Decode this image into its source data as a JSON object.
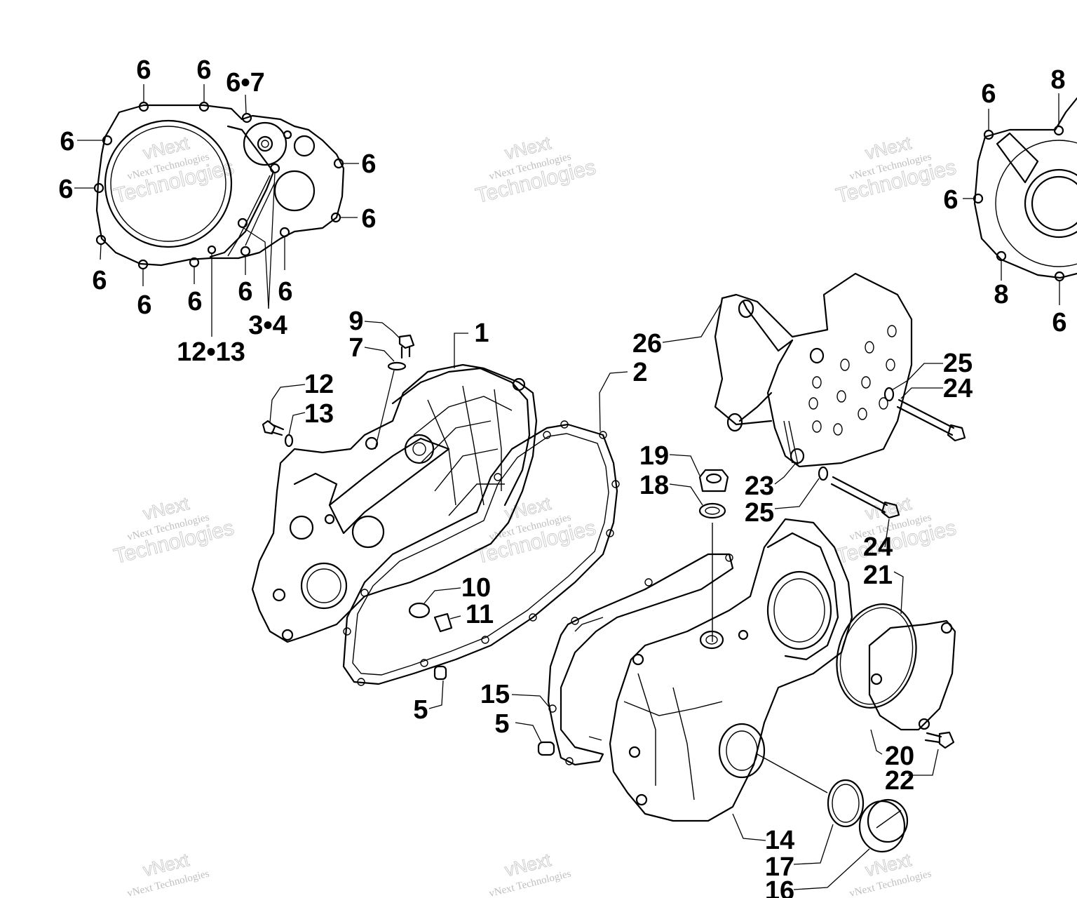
{
  "watermark": {
    "line1": "vNext Technologies",
    "line2": "Technologies",
    "line3": "vNext"
  },
  "callouts": [
    {
      "id": "c1",
      "text": "6"
    },
    {
      "id": "c2",
      "text": "6"
    },
    {
      "id": "c3",
      "text": "6•7"
    },
    {
      "id": "c4",
      "text": "6"
    },
    {
      "id": "c5",
      "text": "6"
    },
    {
      "id": "c6",
      "text": "6"
    },
    {
      "id": "c7",
      "text": "6"
    },
    {
      "id": "c8",
      "text": "6"
    },
    {
      "id": "c9",
      "text": "6"
    },
    {
      "id": "c10",
      "text": "6"
    },
    {
      "id": "c11",
      "text": "6"
    },
    {
      "id": "c12",
      "text": "6"
    },
    {
      "id": "c13",
      "text": "3•4"
    },
    {
      "id": "c14",
      "text": "12•13"
    },
    {
      "id": "c15",
      "text": "9"
    },
    {
      "id": "c16",
      "text": "7"
    },
    {
      "id": "c17",
      "text": "1"
    },
    {
      "id": "c18",
      "text": "12"
    },
    {
      "id": "c19",
      "text": "13"
    },
    {
      "id": "c20",
      "text": "26"
    },
    {
      "id": "c21",
      "text": "2"
    },
    {
      "id": "c22",
      "text": "25"
    },
    {
      "id": "c23",
      "text": "24"
    },
    {
      "id": "c24",
      "text": "19"
    },
    {
      "id": "c25",
      "text": "18"
    },
    {
      "id": "c26",
      "text": "23"
    },
    {
      "id": "c27",
      "text": "25"
    },
    {
      "id": "c28",
      "text": "24"
    },
    {
      "id": "c29",
      "text": "21"
    },
    {
      "id": "c30",
      "text": "10"
    },
    {
      "id": "c31",
      "text": "11"
    },
    {
      "id": "c32",
      "text": "5"
    },
    {
      "id": "c33",
      "text": "15"
    },
    {
      "id": "c34",
      "text": "5"
    },
    {
      "id": "c35",
      "text": "20"
    },
    {
      "id": "c36",
      "text": "22"
    },
    {
      "id": "c37",
      "text": "14"
    },
    {
      "id": "c38",
      "text": "17"
    },
    {
      "id": "c39",
      "text": "16"
    },
    {
      "id": "c40",
      "text": "6"
    },
    {
      "id": "c41",
      "text": "8"
    },
    {
      "id": "c42",
      "text": "6"
    },
    {
      "id": "c43",
      "text": "8"
    },
    {
      "id": "c44",
      "text": "6"
    }
  ]
}
